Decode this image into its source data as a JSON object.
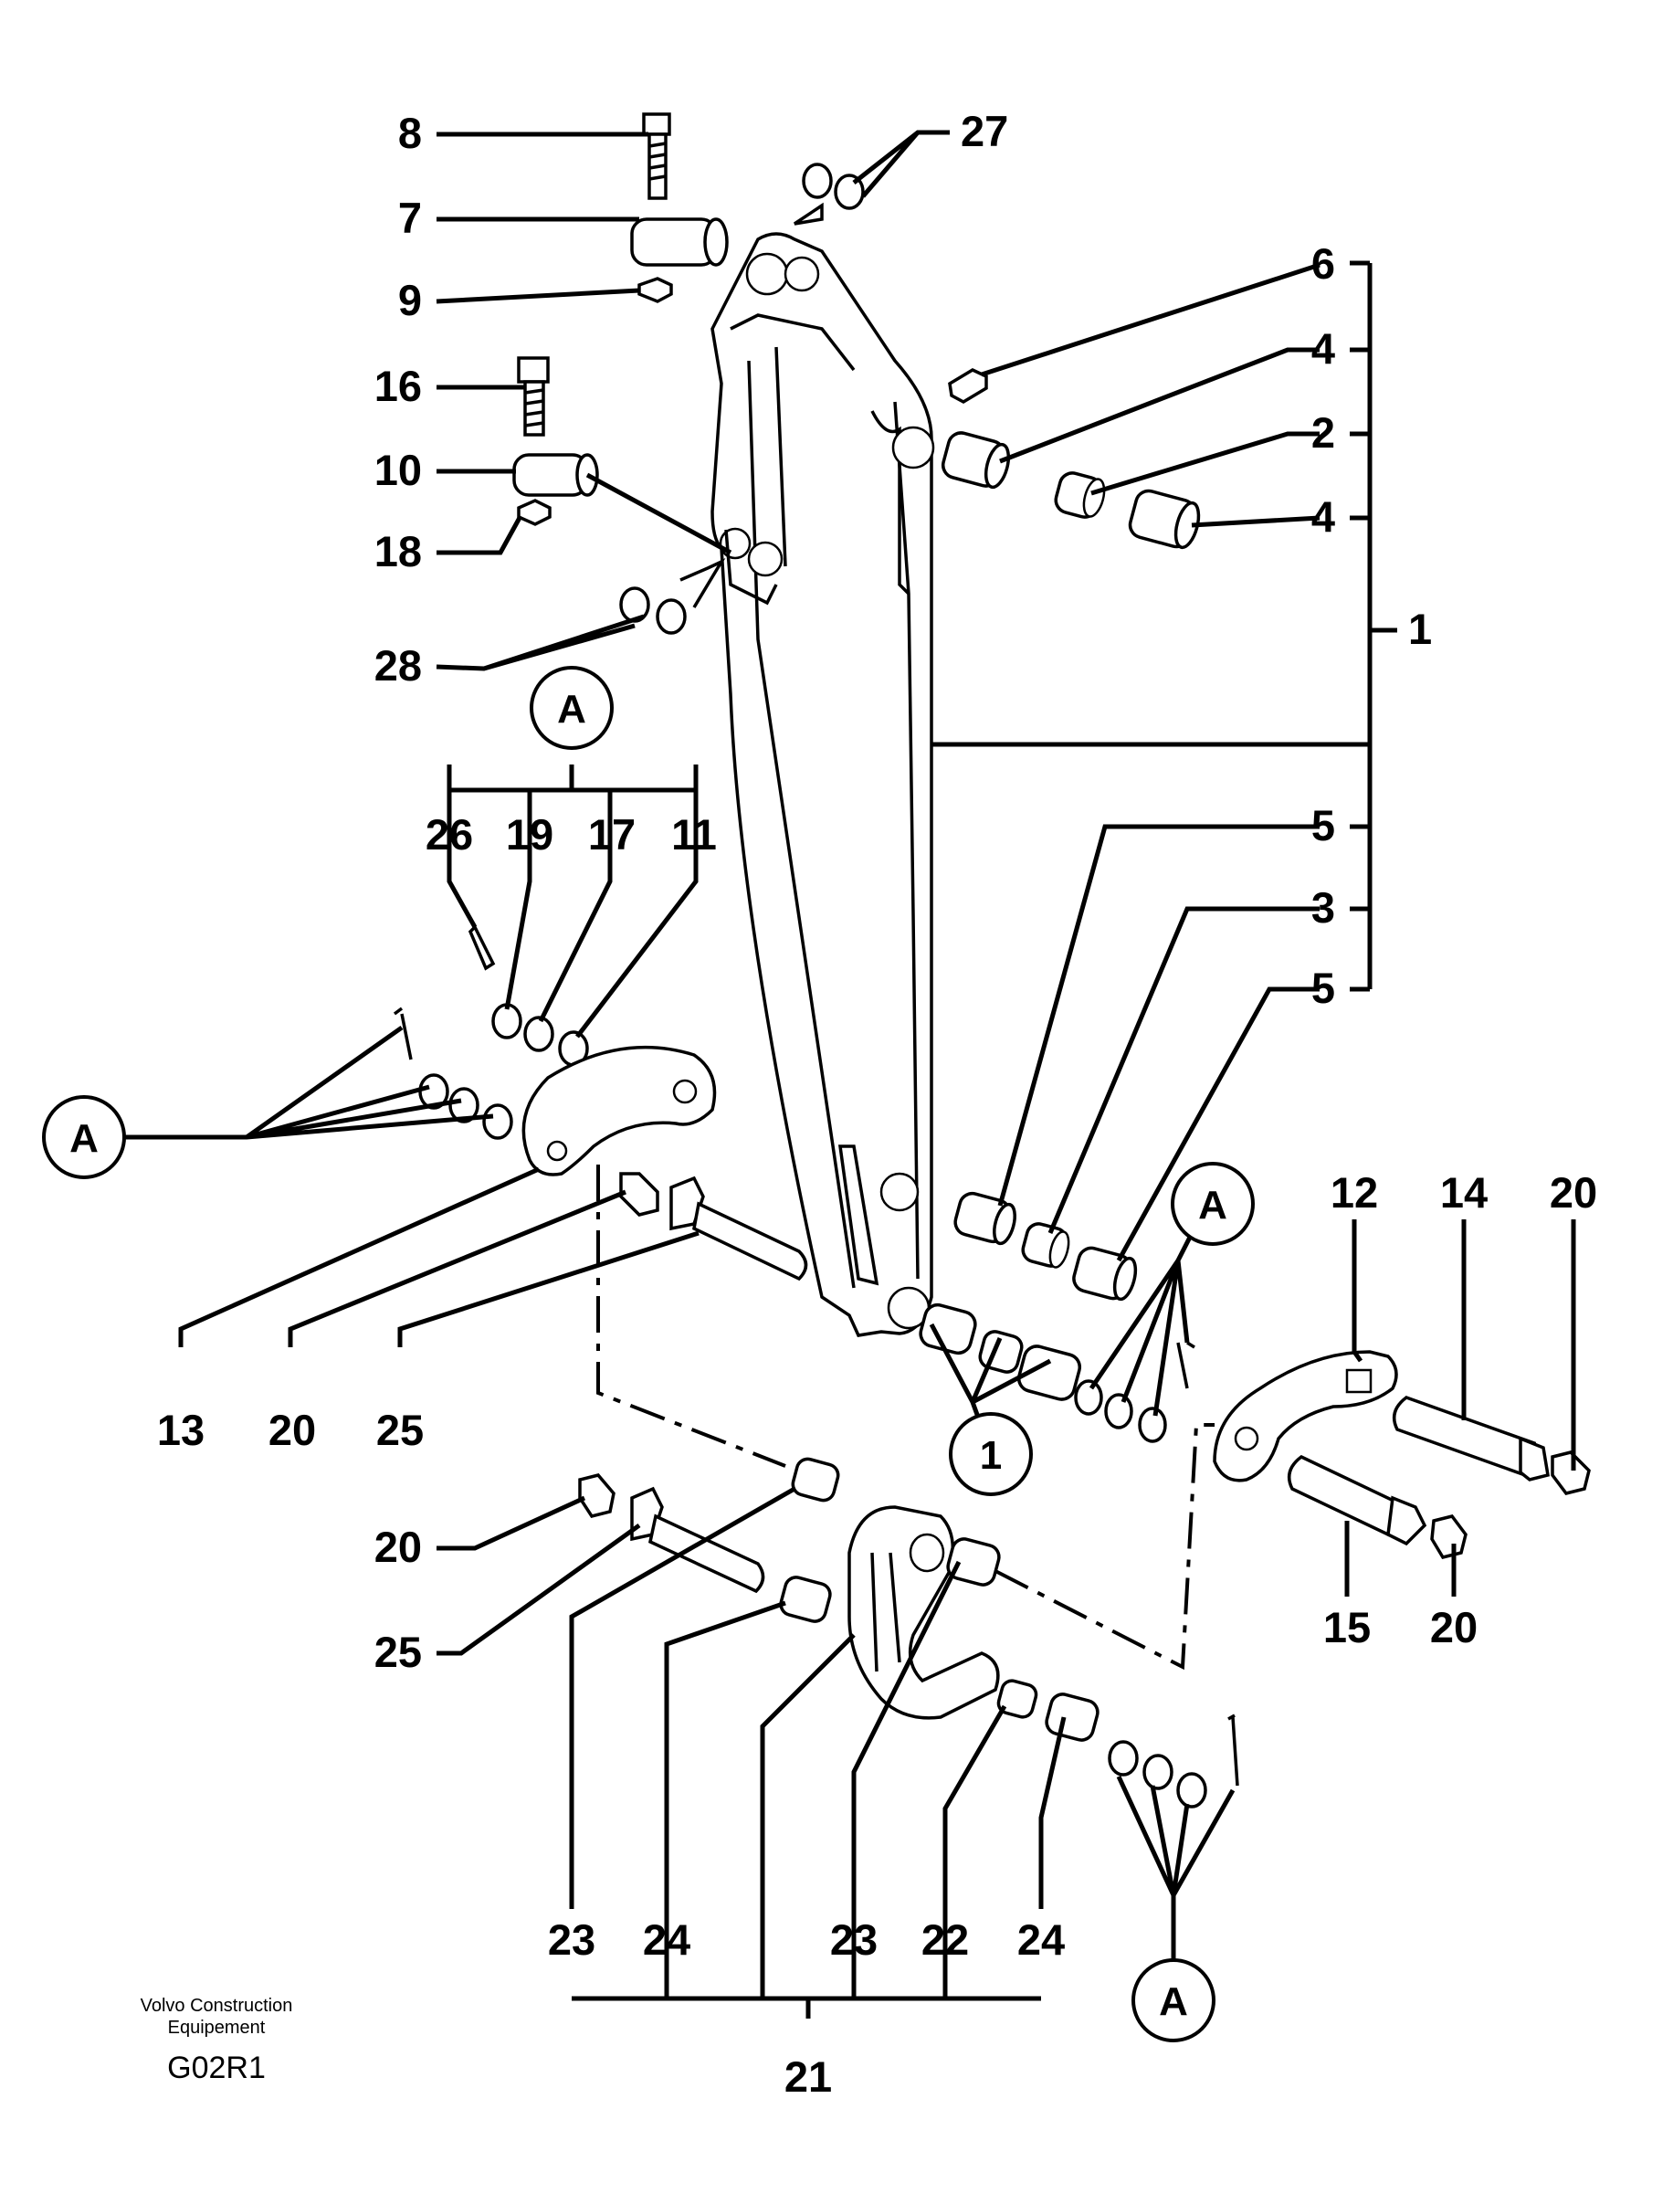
{
  "diagram": {
    "part_labels": [
      {
        "id": "p8",
        "text": "8"
      },
      {
        "id": "p7",
        "text": "7"
      },
      {
        "id": "p9",
        "text": "9"
      },
      {
        "id": "p16",
        "text": "16"
      },
      {
        "id": "p10",
        "text": "10"
      },
      {
        "id": "p18",
        "text": "18"
      },
      {
        "id": "p28",
        "text": "28"
      },
      {
        "id": "p27",
        "text": "27"
      },
      {
        "id": "p6",
        "text": "6"
      },
      {
        "id": "p4a",
        "text": "4"
      },
      {
        "id": "p2",
        "text": "2"
      },
      {
        "id": "p4b",
        "text": "4"
      },
      {
        "id": "p1",
        "text": "1"
      },
      {
        "id": "p5a",
        "text": "5"
      },
      {
        "id": "p3",
        "text": "3"
      },
      {
        "id": "p5b",
        "text": "5"
      },
      {
        "id": "p26",
        "text": "26"
      },
      {
        "id": "p19",
        "text": "19"
      },
      {
        "id": "p17",
        "text": "17"
      },
      {
        "id": "p11",
        "text": "11"
      },
      {
        "id": "p13",
        "text": "13"
      },
      {
        "id": "p20a",
        "text": "20"
      },
      {
        "id": "p25a",
        "text": "25"
      },
      {
        "id": "p12",
        "text": "12"
      },
      {
        "id": "p14",
        "text": "14"
      },
      {
        "id": "p20b",
        "text": "20"
      },
      {
        "id": "p15",
        "text": "15"
      },
      {
        "id": "p20c",
        "text": "20"
      },
      {
        "id": "p20d",
        "text": "20"
      },
      {
        "id": "p25b",
        "text": "25"
      },
      {
        "id": "p23a",
        "text": "23"
      },
      {
        "id": "p24a",
        "text": "24"
      },
      {
        "id": "p23b",
        "text": "23"
      },
      {
        "id": "p22",
        "text": "22"
      },
      {
        "id": "p24b",
        "text": "24"
      },
      {
        "id": "p21",
        "text": "21"
      }
    ],
    "callouts": [
      {
        "id": "cA1",
        "text": "A"
      },
      {
        "id": "cA2",
        "text": "A"
      },
      {
        "id": "cA3",
        "text": "A"
      },
      {
        "id": "cA4",
        "text": "A"
      },
      {
        "id": "c1",
        "text": "1"
      }
    ]
  },
  "footer": {
    "line1": "Volvo Construction",
    "line2": "Equipement",
    "code": "G02R1"
  }
}
